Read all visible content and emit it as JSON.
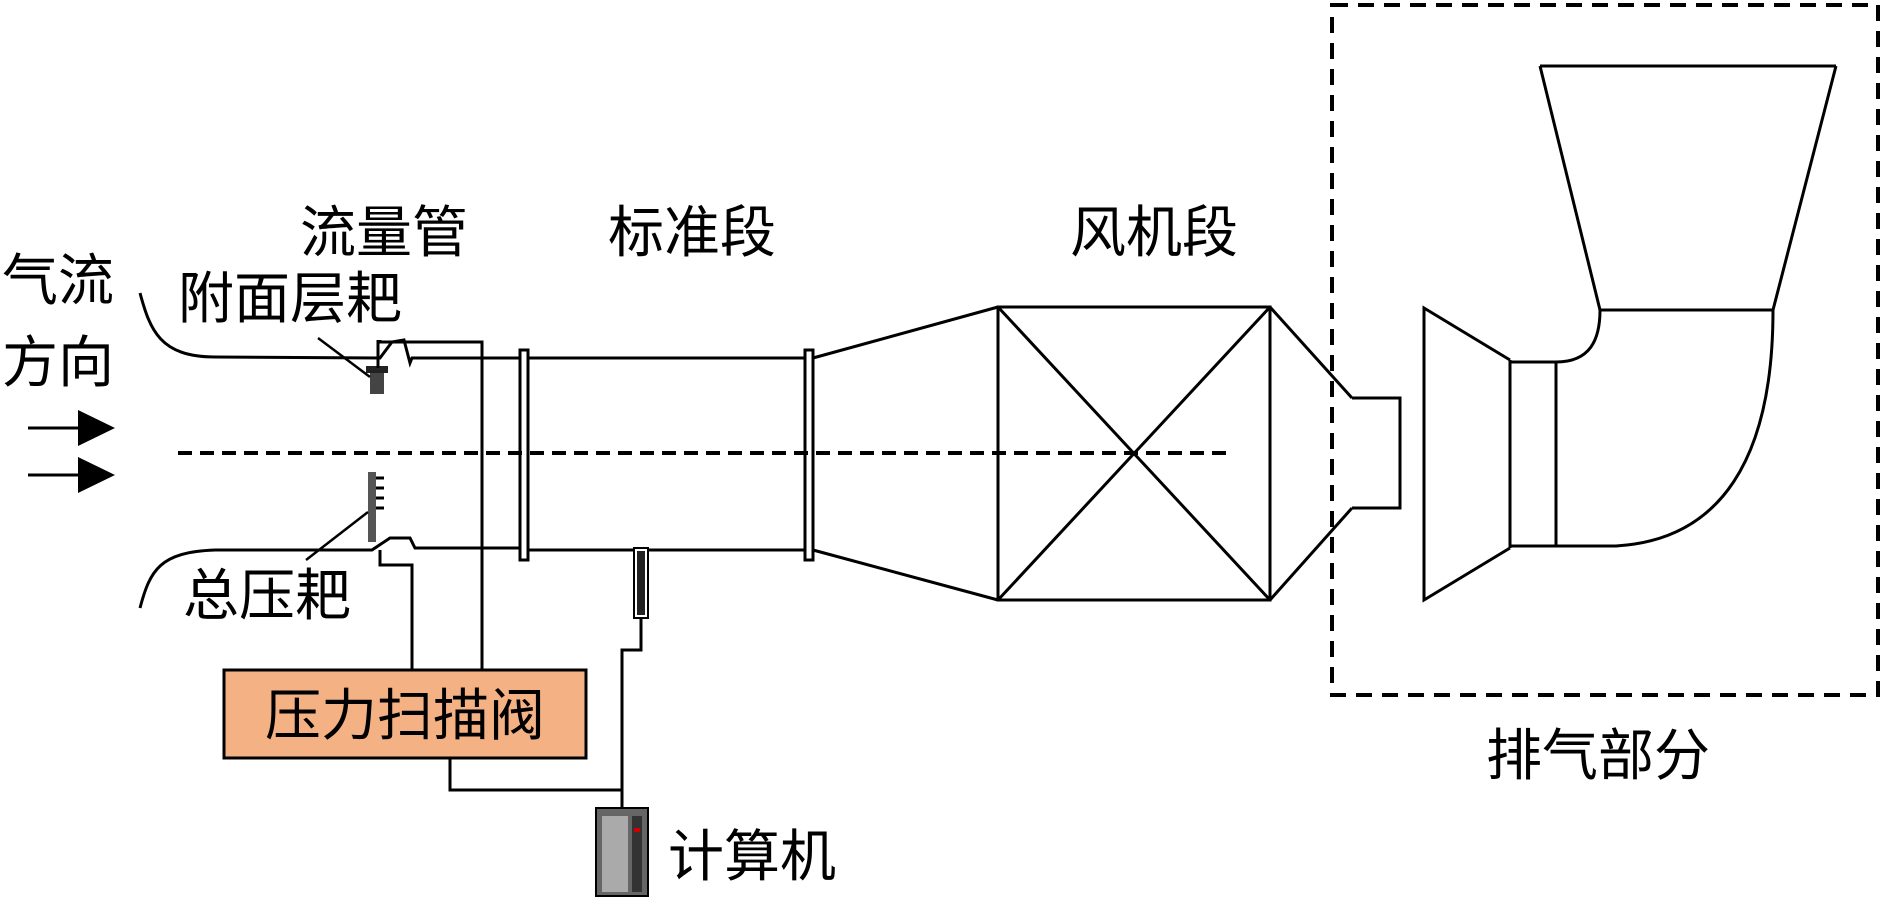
{
  "labels": {
    "airflow_direction": [
      "气流",
      "方向"
    ],
    "flow_tube": "流量管",
    "boundary_layer_rake": "附面层耙",
    "total_pressure_rake": "总压耙",
    "standard_section": "标准段",
    "fan_section": "风机段",
    "exhaust_section": "排气部分",
    "pressure_scanner": "压力扫描阀",
    "computer": "计算机"
  },
  "colors": {
    "scanner_fill": "#f4b183",
    "line": "#000000",
    "computer_body": "#555555"
  },
  "icons": {
    "airflow_arrows": "right-arrow-icon",
    "computer": "computer-tower-icon"
  }
}
